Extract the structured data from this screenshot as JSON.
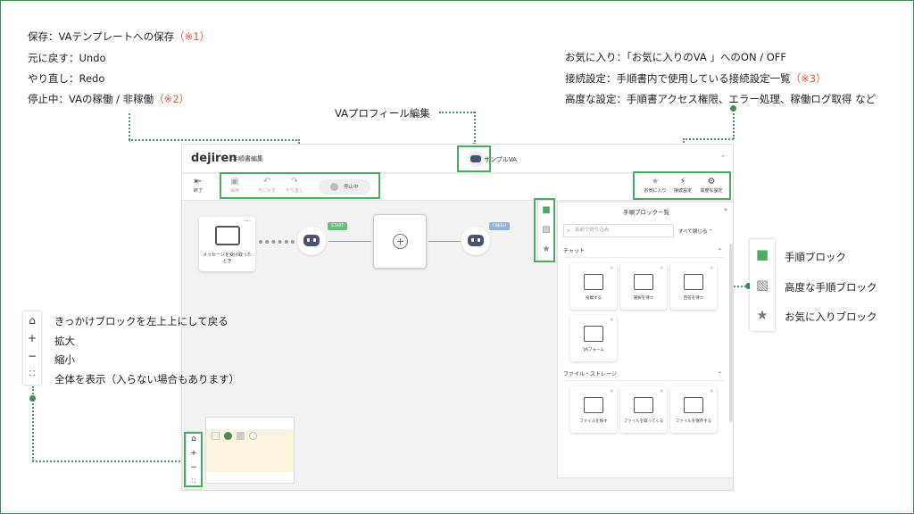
{
  "notes_left": {
    "save": "保存：VAテンプレートへの保存",
    "save_ref": "（※1）",
    "undo": "元に戻す：Undo",
    "redo": "やり直し：Redo",
    "stopped": "停止中：VAの稼働 / 非稼働",
    "stopped_ref": "（※2）"
  },
  "notes_right": {
    "favorite": "お気に入り：「お気に入りのVA 」へのON / OFF",
    "connections": "接続設定：手順書内で使用している接続設定一覧",
    "connections_ref": "（※3）",
    "advanced": "高度な設定：手順書アクセス権限、エラー処理、稼働ログ取得 など"
  },
  "va_profile_label": "VAプロフィール編集",
  "app": {
    "logo": "dejiren",
    "header_title": "手順書編集",
    "va_name": "サンプルVA",
    "toolbar": {
      "exit": "終了",
      "save": "保存",
      "undo": "元に戻す",
      "redo": "やり直し",
      "stop_status": "停止中",
      "favorite": "お気に入り",
      "connections": "接続設定",
      "advanced": "高度な設定"
    },
    "trigger_node": "メッセージを受け取ったとき",
    "start_badge": "START",
    "finish_badge": "FINISH",
    "panel": {
      "title": "手順ブロック一覧",
      "search_placeholder": "名前で絞り込み",
      "close_all": "すべて閉じる",
      "sections": [
        {
          "title": "チャット",
          "blocks": [
            "投稿する",
            "選択を待つ",
            "回答を待つ",
            "VAフォーム"
          ]
        },
        {
          "title": "ファイル・ストレージ",
          "blocks": [
            "ファイルを探す",
            "ファイルを取ってくる",
            "ファイルを保存する"
          ]
        }
      ]
    }
  },
  "legend_right": {
    "block": "手順ブロック",
    "advanced_block": "高度な手順ブロック",
    "favorite_block": "お気に入りブロック"
  },
  "legend_left": {
    "home": "きっかけブロックを左上上にして戻る",
    "zoom_in": "拡大",
    "zoom_out": "縮小",
    "fit": "全体を表示（入らない場合もあります）"
  },
  "colors": {
    "accent": "#3e8e5a",
    "highlight_box": "#4caa64",
    "ref_red": "#e2553a"
  }
}
